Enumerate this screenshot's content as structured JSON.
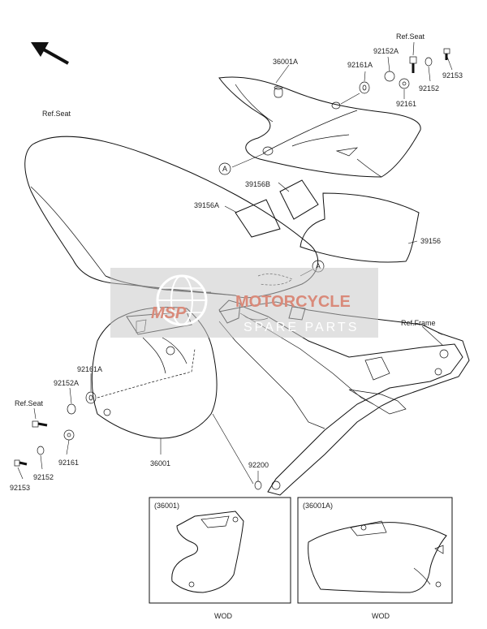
{
  "labels": {
    "ref_seat_top": "Ref.Seat",
    "p36001A": "36001A",
    "p92161A_top": "92161A",
    "p92152A_top": "92152A",
    "p92153_top": "92153",
    "p92152_top": "92152",
    "p92161_top": "92161",
    "ref_seat_left": "Ref.Seat",
    "p39156B": "39156B",
    "p39156A": "39156A",
    "p39156": "39156",
    "ref_frame": "Ref.Frame",
    "p92161A_left": "92161A",
    "p92152A_left": "92152A",
    "ref_seat_low": "Ref.Seat",
    "p92161_left": "92161",
    "p92152_left": "92152",
    "p92153_left": "92153",
    "p36001": "36001",
    "p92200": "92200",
    "callout_a": "A"
  },
  "watermark": {
    "brand": "MOTORCYCLE",
    "brand_logo": "MSP",
    "sub": "SPARE PARTS",
    "color": "#d98a7a"
  },
  "insets": [
    {
      "title": "(36001)",
      "footer": "WOD"
    },
    {
      "title": "(36001A)",
      "footer": "WOD"
    }
  ],
  "icons": {
    "direction": "arrow-up-left-icon"
  }
}
